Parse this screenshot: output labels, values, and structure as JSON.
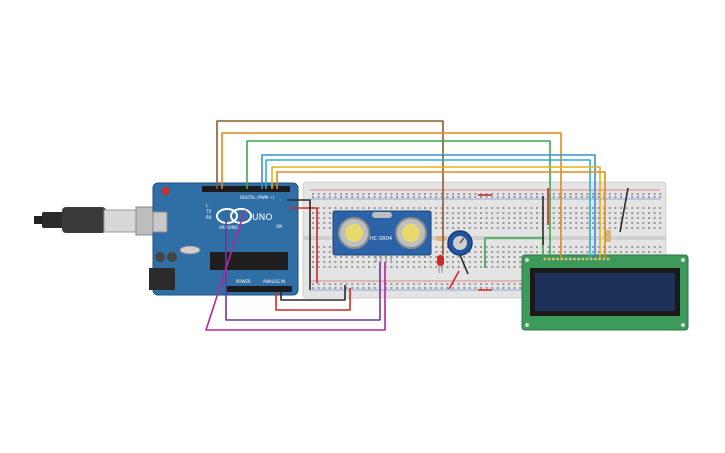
{
  "arduino": {
    "brand_label": "UNO",
    "maker_label": "ARDUINO",
    "digital_label": "DIGITAL (PWM ~)",
    "power_label": "POWER",
    "analog_label": "ANALOG IN",
    "tx_label": "TX",
    "rx_label": "RX",
    "l_label": "L",
    "on_label": "ON"
  },
  "sensor": {
    "label": "HC-SR04"
  },
  "colors": {
    "arduino_board": "#2f6fa6",
    "breadboard": "#e4e4e4",
    "lcd_pcb": "#3e9a5b",
    "lcd_screen": "#1d3258",
    "sensor_board": "#2c63a8",
    "wire_brown": "#8b5a2b",
    "wire_orange": "#e08a1e",
    "wire_green": "#3aa84a",
    "wire_blue": "#3a8ed8",
    "wire_yellow": "#e0b020",
    "wire_red": "#d0282a",
    "wire_black": "#2a2a2a",
    "wire_purple": "#6b3a9a",
    "wire_magenta": "#b02aa0"
  },
  "icons": {
    "usb_cable": "usb-cable-icon",
    "reset_button": "reset-button-icon",
    "potentiometer": "potentiometer-icon",
    "led": "led-icon",
    "resistor": "resistor-icon"
  }
}
